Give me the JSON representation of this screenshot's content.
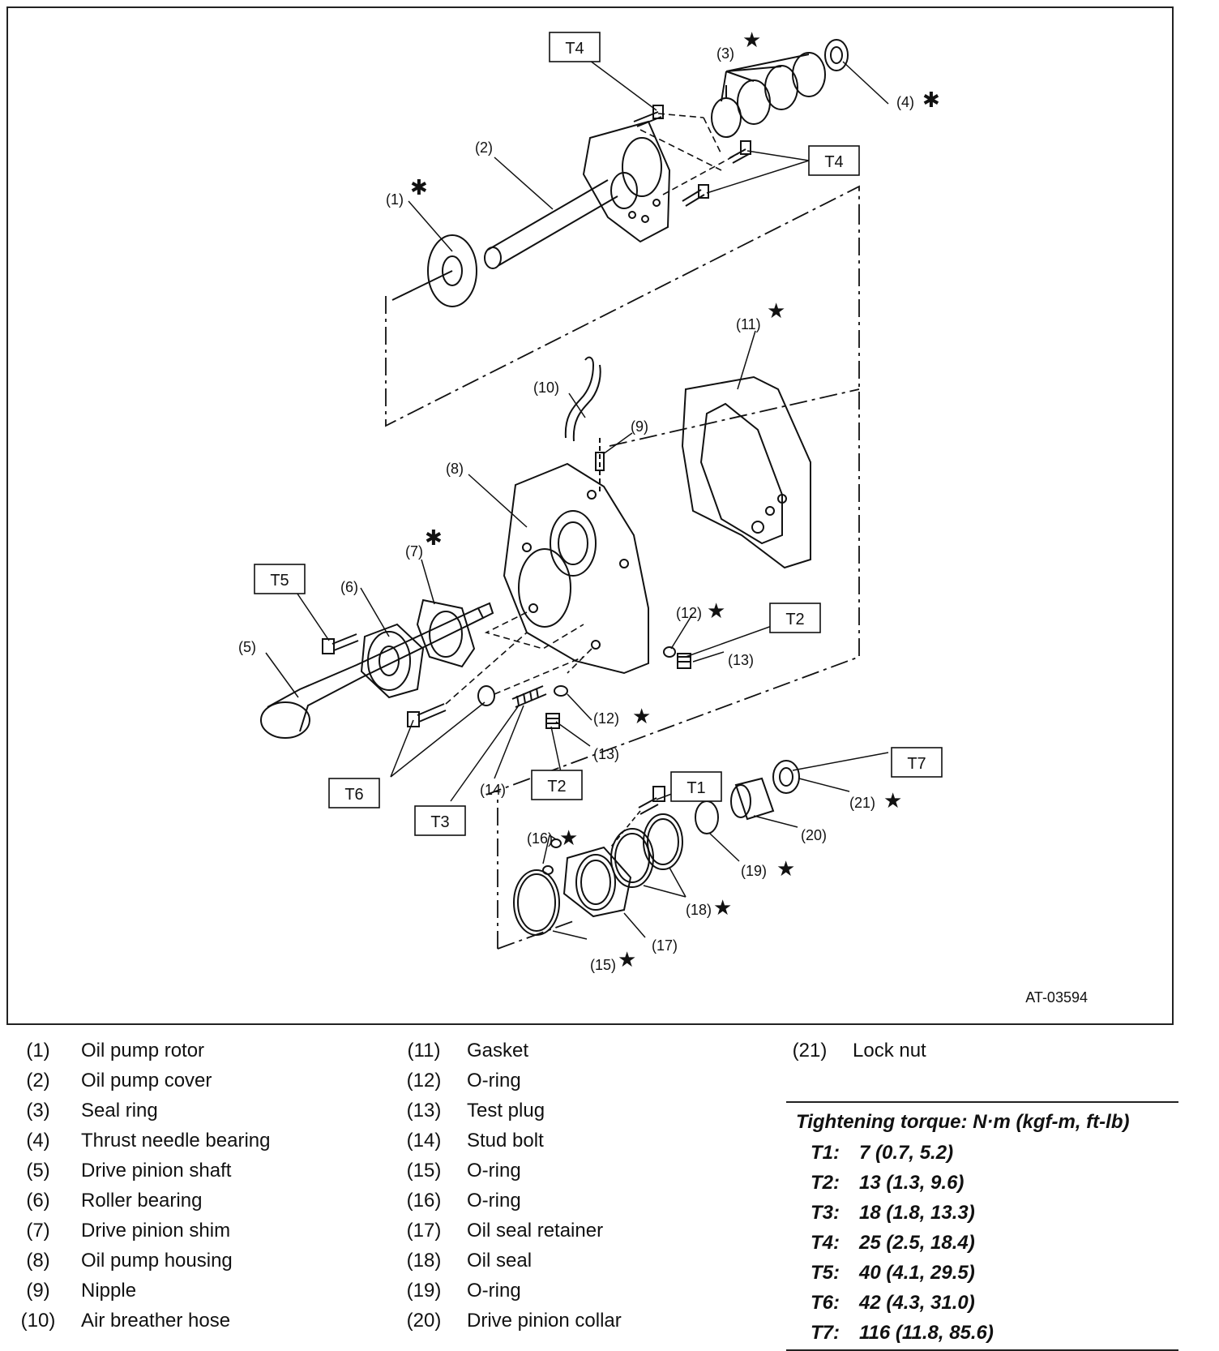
{
  "figure": {
    "id": "AT-03594",
    "callouts": [
      "(1)",
      "(2)",
      "(3)",
      "(4)",
      "(5)",
      "(6)",
      "(7)",
      "(8)",
      "(9)",
      "(10)",
      "(11)",
      "(12)",
      "(12)",
      "(13)",
      "(13)",
      "(14)",
      "(15)",
      "(16)",
      "(17)",
      "(18)",
      "(19)",
      "(20)",
      "(21)"
    ],
    "torque_boxes": [
      "T4",
      "T4",
      "T5",
      "T2",
      "T6",
      "T3",
      "T2",
      "T1",
      "T7"
    ],
    "marks": {
      "star": "★",
      "asterisk": "✱"
    }
  },
  "legend": {
    "col1": [
      {
        "num": "(1)",
        "name": "Oil pump rotor"
      },
      {
        "num": "(2)",
        "name": "Oil pump cover"
      },
      {
        "num": "(3)",
        "name": "Seal ring"
      },
      {
        "num": "(4)",
        "name": "Thrust needle bearing"
      },
      {
        "num": "(5)",
        "name": "Drive pinion shaft"
      },
      {
        "num": "(6)",
        "name": "Roller bearing"
      },
      {
        "num": "(7)",
        "name": "Drive pinion shim"
      },
      {
        "num": "(8)",
        "name": "Oil pump housing"
      },
      {
        "num": "(9)",
        "name": "Nipple"
      },
      {
        "num": "(10)",
        "name": "Air breather hose"
      }
    ],
    "col2": [
      {
        "num": "(11)",
        "name": "Gasket"
      },
      {
        "num": "(12)",
        "name": "O-ring"
      },
      {
        "num": "(13)",
        "name": "Test plug"
      },
      {
        "num": "(14)",
        "name": "Stud bolt"
      },
      {
        "num": "(15)",
        "name": "O-ring"
      },
      {
        "num": "(16)",
        "name": "O-ring"
      },
      {
        "num": "(17)",
        "name": "Oil seal retainer"
      },
      {
        "num": "(18)",
        "name": "Oil seal"
      },
      {
        "num": "(19)",
        "name": "O-ring"
      },
      {
        "num": "(20)",
        "name": "Drive pinion collar"
      }
    ],
    "col3": [
      {
        "num": "(21)",
        "name": "Lock nut"
      }
    ]
  },
  "torque": {
    "heading": "Tightening torque: N·m (kgf-m, ft-lb)",
    "rows": [
      {
        "code": "T1:",
        "value": "7 (0.7, 5.2)"
      },
      {
        "code": "T2:",
        "value": "13 (1.3, 9.6)"
      },
      {
        "code": "T3:",
        "value": "18 (1.8, 13.3)"
      },
      {
        "code": "T4:",
        "value": "25 (2.5, 18.4)"
      },
      {
        "code": "T5:",
        "value": "40 (4.1, 29.5)"
      },
      {
        "code": "T6:",
        "value": "42 (4.3, 31.0)"
      },
      {
        "code": "T7:",
        "value": "116 (11.8, 85.6)"
      }
    ]
  }
}
